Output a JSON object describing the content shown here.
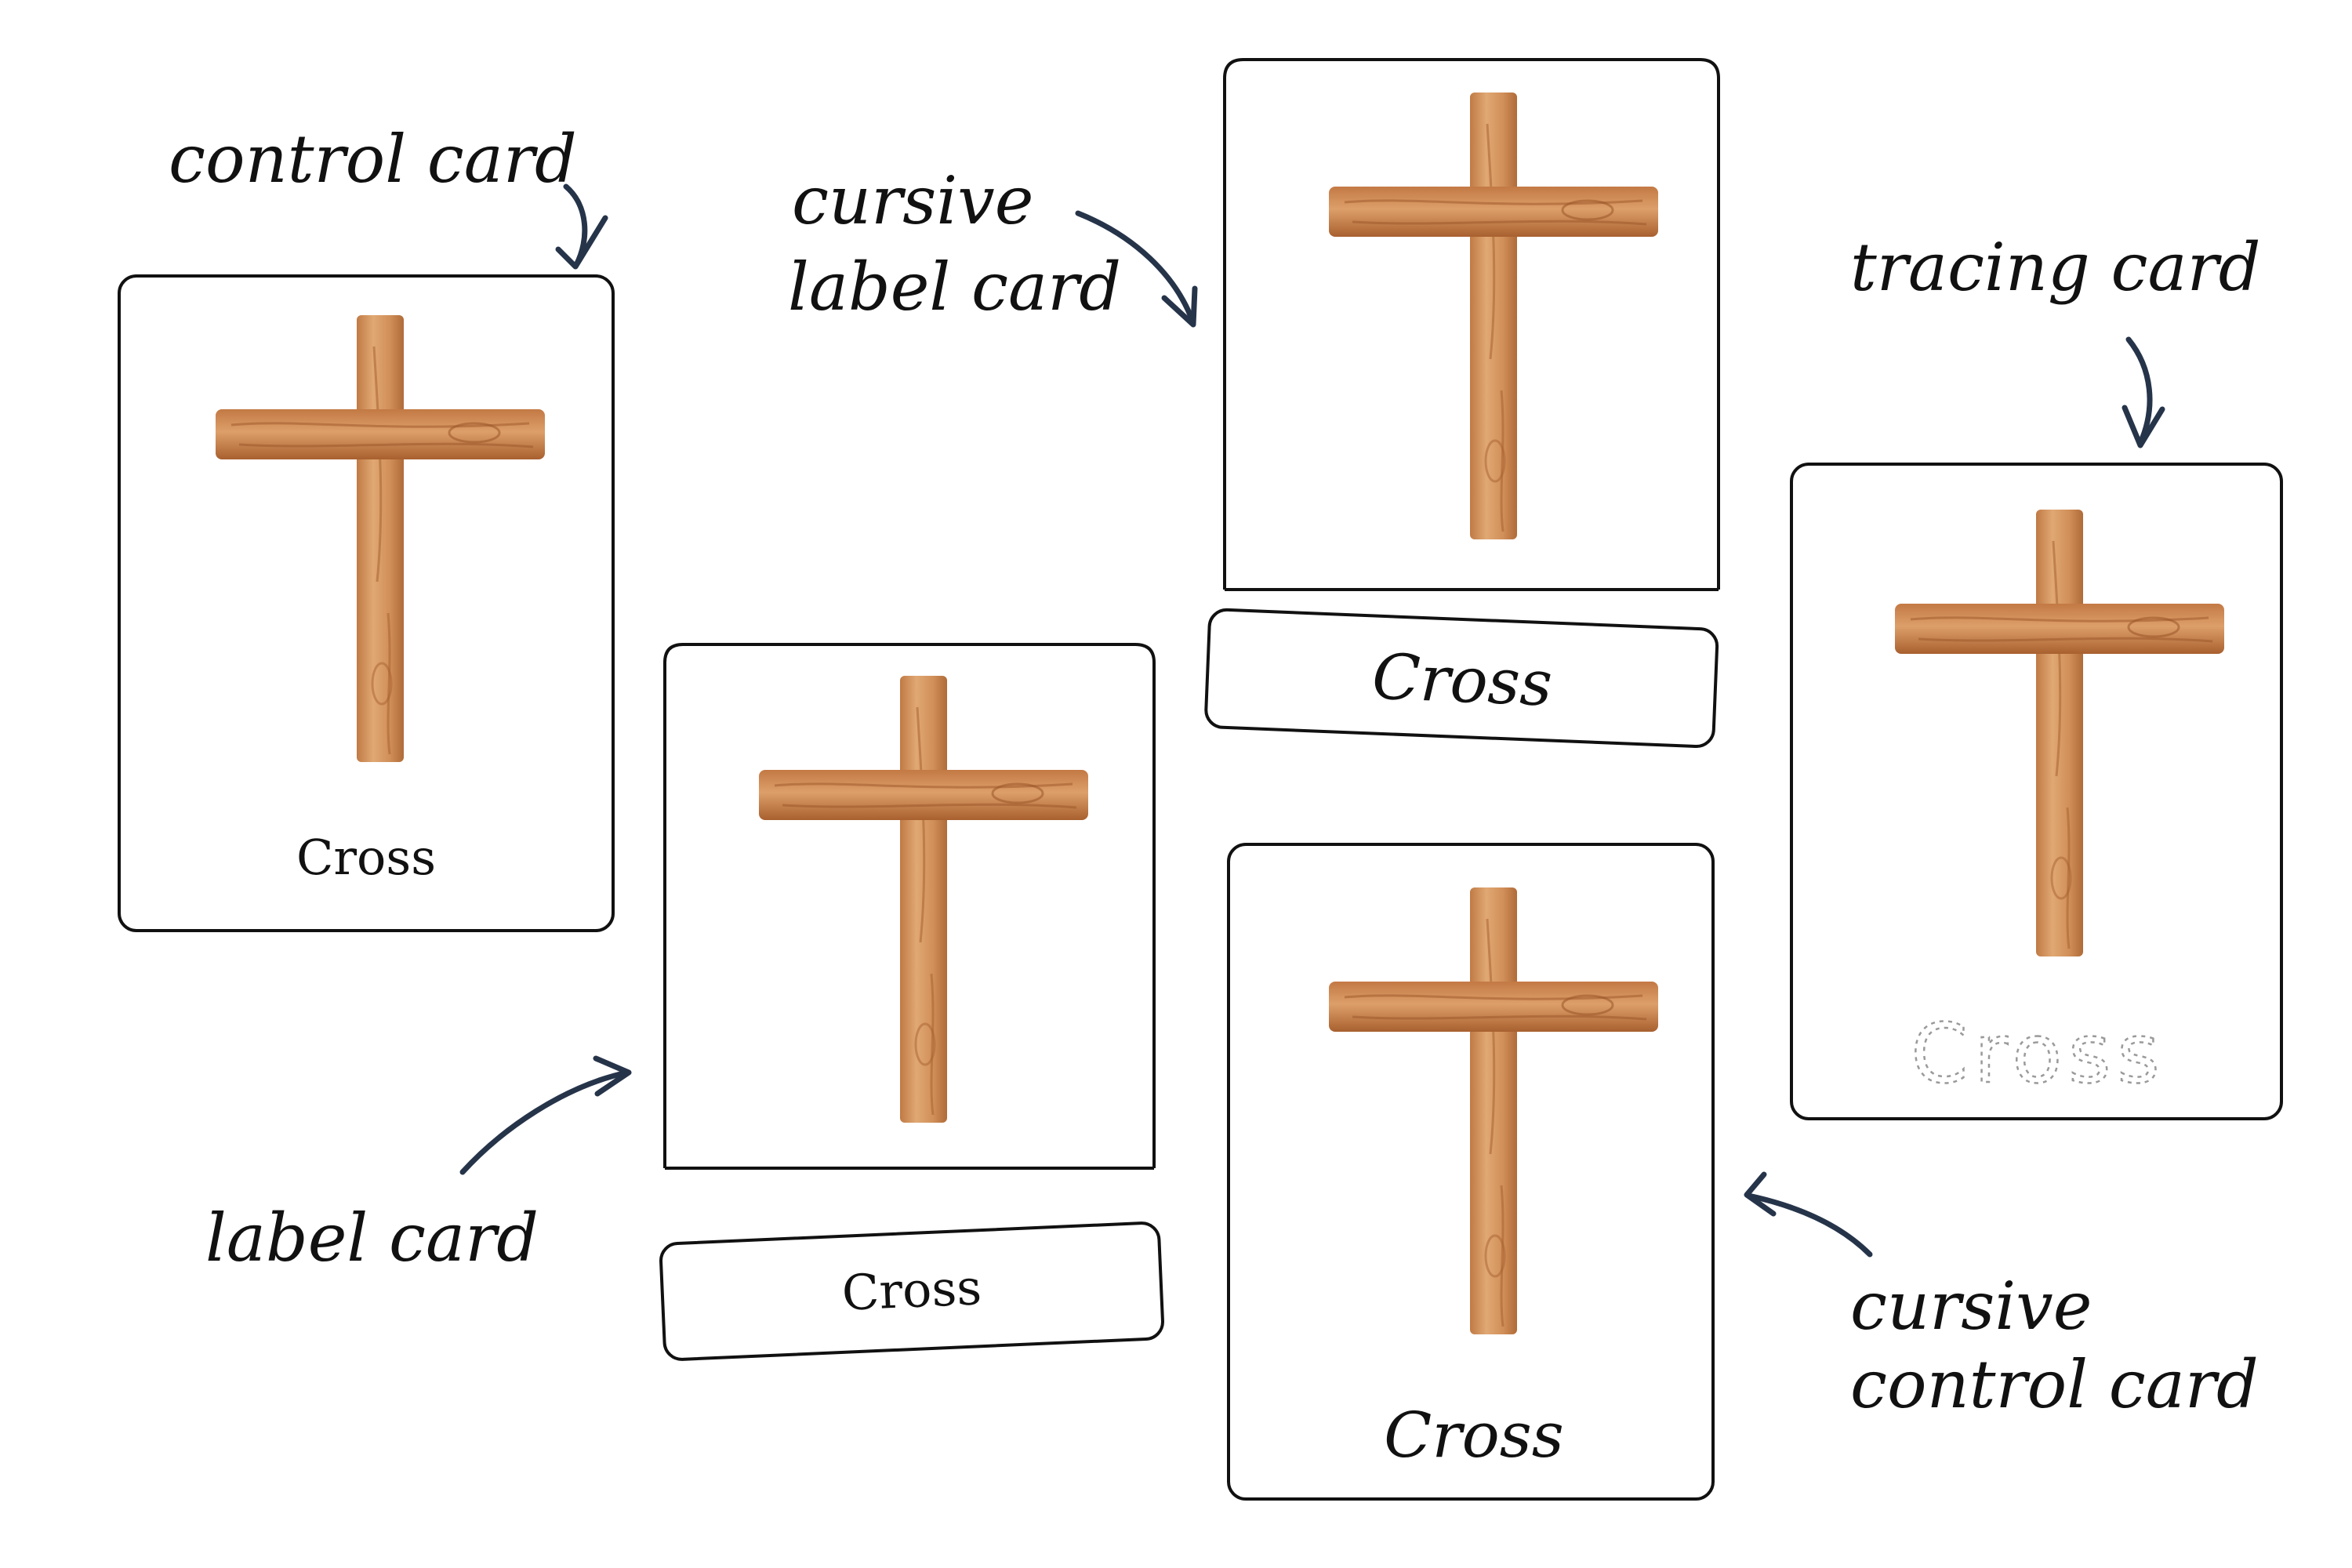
{
  "notes": {
    "control_card": "control card",
    "cursive_label_card_1": "cursive",
    "cursive_label_card_2": "label card",
    "tracing_card": "tracing card",
    "label_card": "label card",
    "cursive_control_card_1": "cursive",
    "cursive_control_card_2": "control card"
  },
  "cards": {
    "control_card_label": "Cross",
    "label_card_label": "Cross",
    "cursive_label_card_label": "Cross",
    "cursive_control_card_label": "Cross",
    "tracing_card_label": "Cross"
  },
  "colors": {
    "arrow": "#26344a",
    "wood_light": "#d89a63",
    "wood_dark": "#a9602e",
    "outline": "#111111"
  },
  "icons": {
    "cross": "wooden-cross-icon",
    "arrow": "curved-arrow-icon"
  }
}
